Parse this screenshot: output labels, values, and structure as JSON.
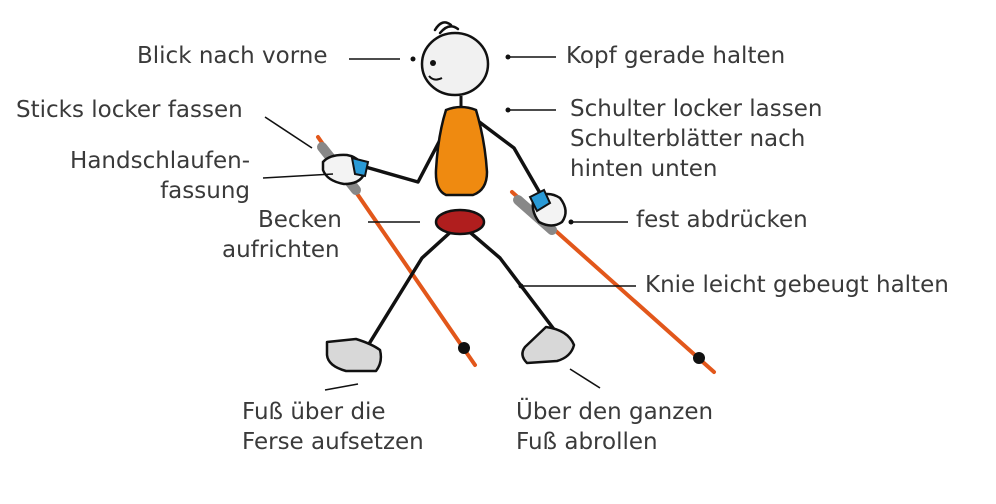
{
  "labels": {
    "blick": "Blick nach vorne",
    "kopf": "Kopf gerade halten",
    "sticks": "Sticks locker fassen",
    "handschlaufe_1": "Handschlaufen-",
    "handschlaufe_2": "fassung",
    "schulter_1": "Schulter locker lassen",
    "schulter_2": "Schulterblätter nach",
    "schulter_3": "hinten unten",
    "becken_1": "Becken",
    "becken_2": "aufrichten",
    "abdruecken": "fest abdrücken",
    "knie": "Knie leicht gebeugt halten",
    "fuss_1": "Fuß über die",
    "fuss_2": "Ferse aufsetzen",
    "abrollen_1": "Über den ganzen",
    "abrollen_2": "Fuß abrollen"
  },
  "colors": {
    "text": "#3a3a3a",
    "outline": "#111111",
    "torso": "#ef8a10",
    "pelvis": "#b01e1e",
    "pole": "#e2571b",
    "strap": "#2a9ad6",
    "grip": "#8a8a8a",
    "shoe": "#d8d8d8",
    "head": "#f1f1f1"
  }
}
